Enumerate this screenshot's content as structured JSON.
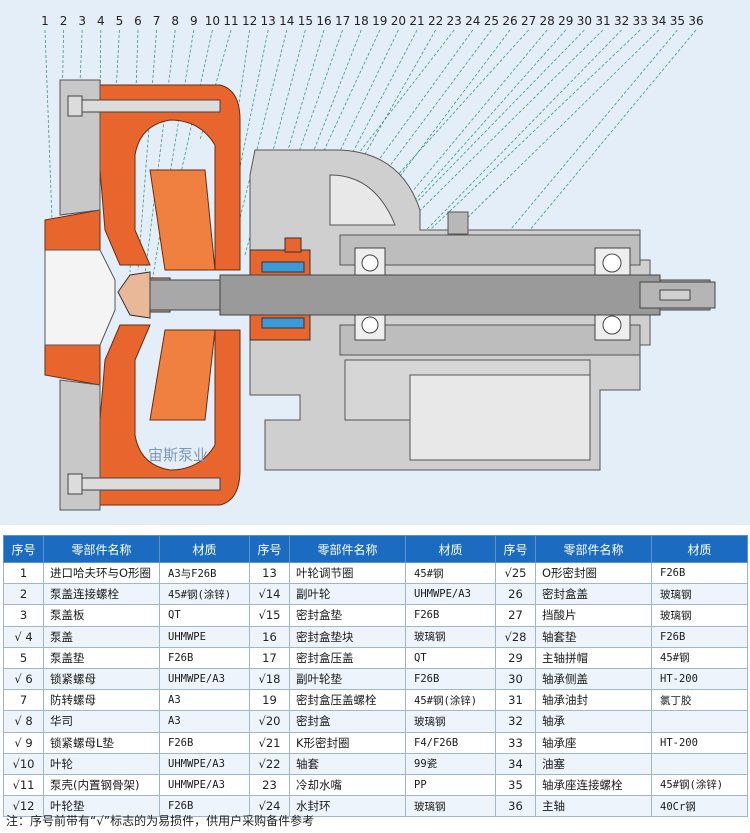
{
  "callouts": [
    "1",
    "2",
    "3",
    "4",
    "5",
    "6",
    "7",
    "8",
    "9",
    "10",
    "11",
    "12",
    "13",
    "14",
    "15",
    "16",
    "17",
    "18",
    "19",
    "20",
    "21",
    "22",
    "23",
    "24",
    "25",
    "26",
    "27",
    "28",
    "29",
    "30",
    "31",
    "32",
    "33",
    "34",
    "35",
    "36"
  ],
  "watermark": "宙斯泵业",
  "colors": {
    "casing": "#e8662d",
    "frame": "#c8c8c8",
    "shaft": "#9a9a9a",
    "header": "#1b6cc0",
    "diagram_bg": "#e3eef8"
  },
  "table": {
    "headers": [
      "序号",
      "零部件名称",
      "材质",
      "序号",
      "零部件名称",
      "材质",
      "序号",
      "零部件名称",
      "材质"
    ],
    "rows": [
      [
        [
          "1",
          "进口哈夫环与O形圈",
          "A3与F26B"
        ],
        [
          "13",
          "叶轮调节圈",
          "45#钢"
        ],
        [
          "√25",
          "O形密封圈",
          "F26B"
        ]
      ],
      [
        [
          "2",
          "泵盖连接螺栓",
          "45#钢(涂锌)"
        ],
        [
          "√14",
          "副叶轮",
          "UHMWPE/A3"
        ],
        [
          "26",
          "密封盒盖",
          "玻璃钢"
        ]
      ],
      [
        [
          "3",
          "泵盖板",
          "QT"
        ],
        [
          "√15",
          "密封盒垫",
          "F26B"
        ],
        [
          "27",
          "挡酸片",
          "玻璃钢"
        ]
      ],
      [
        [
          "√ 4",
          "泵盖",
          "UHMWPE"
        ],
        [
          "16",
          "密封盒垫块",
          "玻璃钢"
        ],
        [
          "√28",
          "轴套垫",
          "F26B"
        ]
      ],
      [
        [
          "5",
          "泵盖垫",
          "F26B"
        ],
        [
          "17",
          "密封盒压盖",
          "QT"
        ],
        [
          "29",
          "主轴拼帽",
          "45#钢"
        ]
      ],
      [
        [
          "√ 6",
          "锁紧螺母",
          "UHMWPE/A3"
        ],
        [
          "√18",
          "副叶轮垫",
          "F26B"
        ],
        [
          "30",
          "轴承侧盖",
          "HT-200"
        ]
      ],
      [
        [
          "7",
          "防转螺母",
          "A3"
        ],
        [
          "19",
          "密封盒压盖螺栓",
          "45#钢(涂锌)"
        ],
        [
          "31",
          "轴承油封",
          "氯丁胶"
        ]
      ],
      [
        [
          "√ 8",
          "华司",
          "A3"
        ],
        [
          "√20",
          "密封盒",
          "玻璃钢"
        ],
        [
          "32",
          "轴承",
          ""
        ]
      ],
      [
        [
          "√ 9",
          "锁紧螺母L垫",
          "F26B"
        ],
        [
          "√21",
          "K形密封圈",
          "F4/F26B"
        ],
        [
          "33",
          "轴承座",
          "HT-200"
        ]
      ],
      [
        [
          "√10",
          "叶轮",
          "UHMWPE/A3"
        ],
        [
          "√22",
          "轴套",
          "99瓷"
        ],
        [
          "34",
          "油塞",
          ""
        ]
      ],
      [
        [
          "√11",
          "泵壳(内置钢骨架)",
          "UHMWPE/A3"
        ],
        [
          "23",
          "冷却水嘴",
          "PP"
        ],
        [
          "35",
          "轴承座连接螺栓",
          "45#钢(涂锌)"
        ]
      ],
      [
        [
          "√12",
          "叶轮垫",
          "F26B"
        ],
        [
          "√24",
          "水封环",
          "玻璃钢"
        ],
        [
          "36",
          "主轴",
          "40Cr钢"
        ]
      ]
    ]
  },
  "footnote": "注：序号前带有“√”标志的为易损件，供用户采购备件参考"
}
